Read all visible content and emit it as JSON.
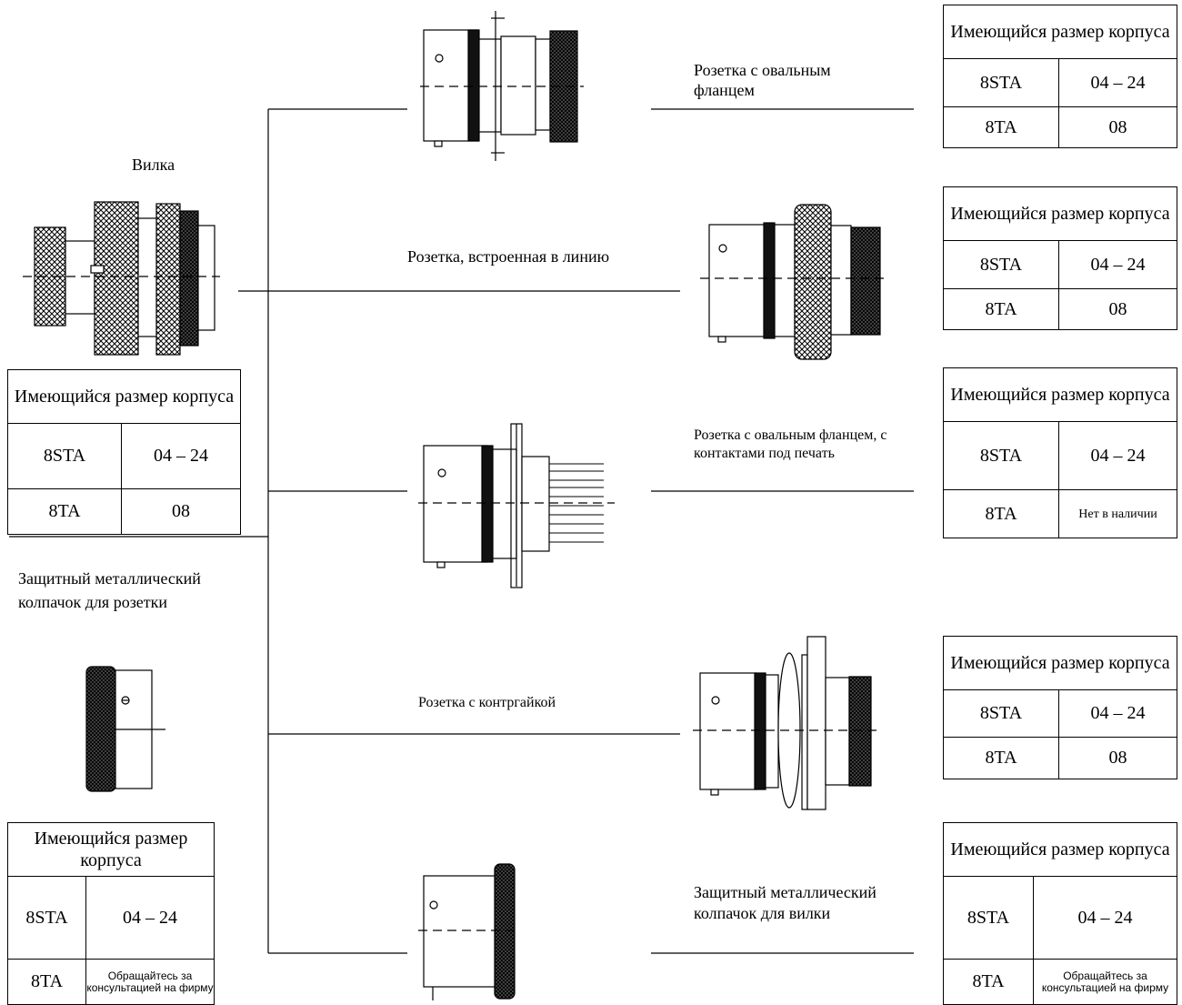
{
  "labels": {
    "plug": "Вилка",
    "cap_socket": "Защитный металлический колпачок для розетки",
    "oval_flange": "Розетка с овальным фланцем",
    "inline": "Розетка, встроенная в линию",
    "pcb_flange": "Розетка с овальным фланцем, с контактами под печать",
    "locknut": "Розетка с контргайкой",
    "cap_plug": "Защитный металлический колпачок для вилки"
  },
  "tables": {
    "header": "Имеющийся размер корпуса",
    "plug": {
      "r1c1": "8STA",
      "r1c2": "04 – 24",
      "r2c1": "8TA",
      "r2c2": "08"
    },
    "cap_socket": {
      "r1c1": "8STA",
      "r1c2": "04 – 24",
      "r2c1": "8TA",
      "r2c2": "Обращайтесь за консультацией на фирму"
    },
    "oval_flange": {
      "r1c1": "8STA",
      "r1c2": "04 – 24",
      "r2c1": "8TA",
      "r2c2": "08"
    },
    "inline": {
      "r1c1": "8STA",
      "r1c2": "04 – 24",
      "r2c1": "8TA",
      "r2c2": "08"
    },
    "pcb_flange": {
      "r1c1": "8STA",
      "r1c2": "04 – 24",
      "r2c1": "8TA",
      "r2c2": "Нет в наличии"
    },
    "locknut": {
      "r1c1": "8STA",
      "r1c2": "04 – 24",
      "r2c1": "8TA",
      "r2c2": "08"
    },
    "cap_plug": {
      "r1c1": "8STA",
      "r1c2": "04 – 24",
      "r2c1": "8TA",
      "r2c2": "Обращайтесь за консультацией на фирму"
    }
  }
}
